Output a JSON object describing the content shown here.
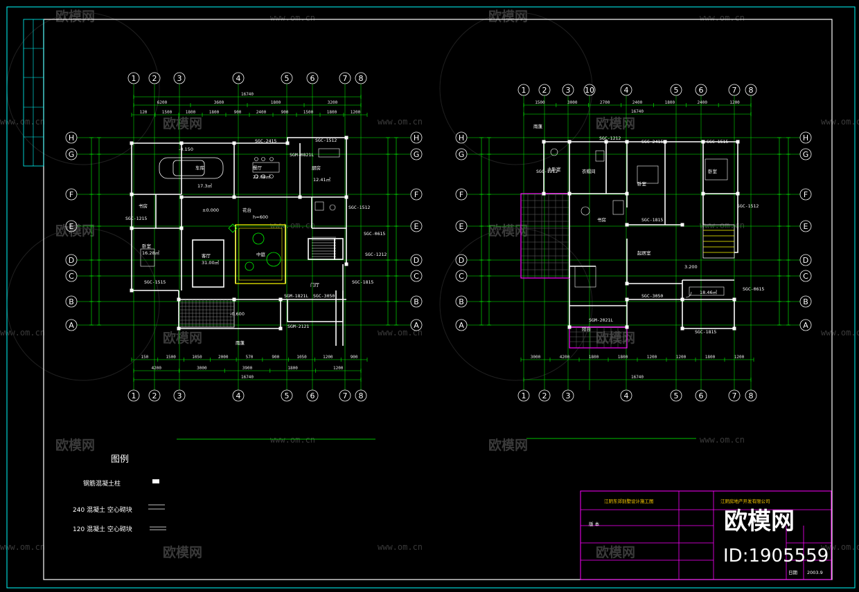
{
  "watermark": {
    "brand": "欧模网",
    "url": "www.om.cn"
  },
  "plan1": {
    "axes_top": [
      "1",
      "2",
      "3",
      "4",
      "5",
      "6",
      "7",
      "8"
    ],
    "axes_bottom": [
      "1",
      "2",
      "3",
      "4",
      "5",
      "6",
      "7",
      "8"
    ],
    "axes_left": [
      "H",
      "G",
      "F",
      "E",
      "D",
      "C",
      "B",
      "A"
    ],
    "axes_right": [
      "H",
      "G",
      "F",
      "E",
      "D",
      "C",
      "B",
      "A"
    ],
    "total_dim": "16740",
    "dims_top_row1": [
      "6200",
      "3600",
      "1800",
      "3200"
    ],
    "dims_top_row2": [
      "120",
      "1500",
      "1800",
      "1800",
      "900",
      "2400",
      "900",
      "1500",
      "1800",
      "1200"
    ],
    "dims_bottom_row1": [
      "4200",
      "3000",
      "3900",
      "1800",
      "1200"
    ],
    "dims_bottom_row2": [
      "150",
      "1500",
      "1050",
      "2000",
      "570",
      "900",
      "1050",
      "1200",
      "900"
    ],
    "windows": [
      "SGC-2415",
      "SGC-1512",
      "SGM-0821L",
      "SGC-1215",
      "SGC-1515",
      "SGM-1821L",
      "SGC-3050",
      "SGM-2121",
      "SGC-1512",
      "SGC-1212",
      "SGC-1815",
      "SGC-0615"
    ],
    "rooms": [
      "车库",
      "17.3㎡",
      "餐厅",
      "22.08㎡",
      "厨房",
      "12.41㎡",
      "卧室",
      "16.28㎡",
      "客厅",
      "31.00㎡",
      "中庭",
      "门厅",
      "书房"
    ],
    "levels": [
      "-0.150",
      "±0.000",
      "-0.600"
    ],
    "notes": [
      "雨蓬",
      "花台",
      "h=600"
    ]
  },
  "plan2": {
    "axes_top": [
      "1",
      "2",
      "3",
      "10",
      "4",
      "5",
      "6",
      "7",
      "8"
    ],
    "axes_bottom": [
      "1",
      "2",
      "3",
      "4",
      "5",
      "6",
      "7",
      "8"
    ],
    "axes_left": [
      "H",
      "G",
      "F",
      "E",
      "D",
      "C",
      "B",
      "A"
    ],
    "axes_right": [
      "H",
      "G",
      "F",
      "E",
      "D",
      "C",
      "B",
      "A"
    ],
    "total_dim": "16740",
    "dims_top_row1": [
      "1500",
      "3000",
      "2700",
      "2400",
      "1800",
      "2400",
      "1200"
    ],
    "dims_bottom_row1": [
      "3000",
      "4200",
      "1800",
      "1800",
      "1200",
      "1200",
      "1800",
      "1200"
    ],
    "windows": [
      "SGC-1212",
      "SGC-2415",
      "SGC-1515",
      "SGC-1815",
      "SGC-3050",
      "SGM-2021L",
      "SGC-1815",
      "SGC-1512",
      "SGC-1212",
      "SGC-0615"
    ],
    "rooms": [
      "主卧室",
      "衣帽间",
      "卧室",
      "书房",
      "卧室",
      "起居室",
      "18.46㎡",
      "阳台"
    ],
    "levels": [
      "3.200"
    ],
    "notes": [
      "雨蓬"
    ]
  },
  "legend": {
    "title": "图例",
    "items": [
      {
        "prefix": "",
        "label": "钢筋混凝土柱"
      },
      {
        "prefix": "240",
        "label": "混凝土 空心砌块"
      },
      {
        "prefix": "120",
        "label": "混凝土 空心砌块"
      }
    ]
  },
  "title_block": {
    "project": "江阴东郊别墅设计施工图",
    "company": "江阴房地产开发有限公司",
    "row_label": "版 本",
    "date_label": "日期",
    "date": "2003.9"
  },
  "stamp": {
    "brand": "欧模网",
    "id": "ID:1905559"
  },
  "colors": {
    "background": "#000000",
    "frame": "#00ffff",
    "axis": "#00ff00",
    "wall": "#ffffff",
    "titleblock": "#ff00ff",
    "highlight": "#ff00ff",
    "yellow": "#ffff00"
  }
}
